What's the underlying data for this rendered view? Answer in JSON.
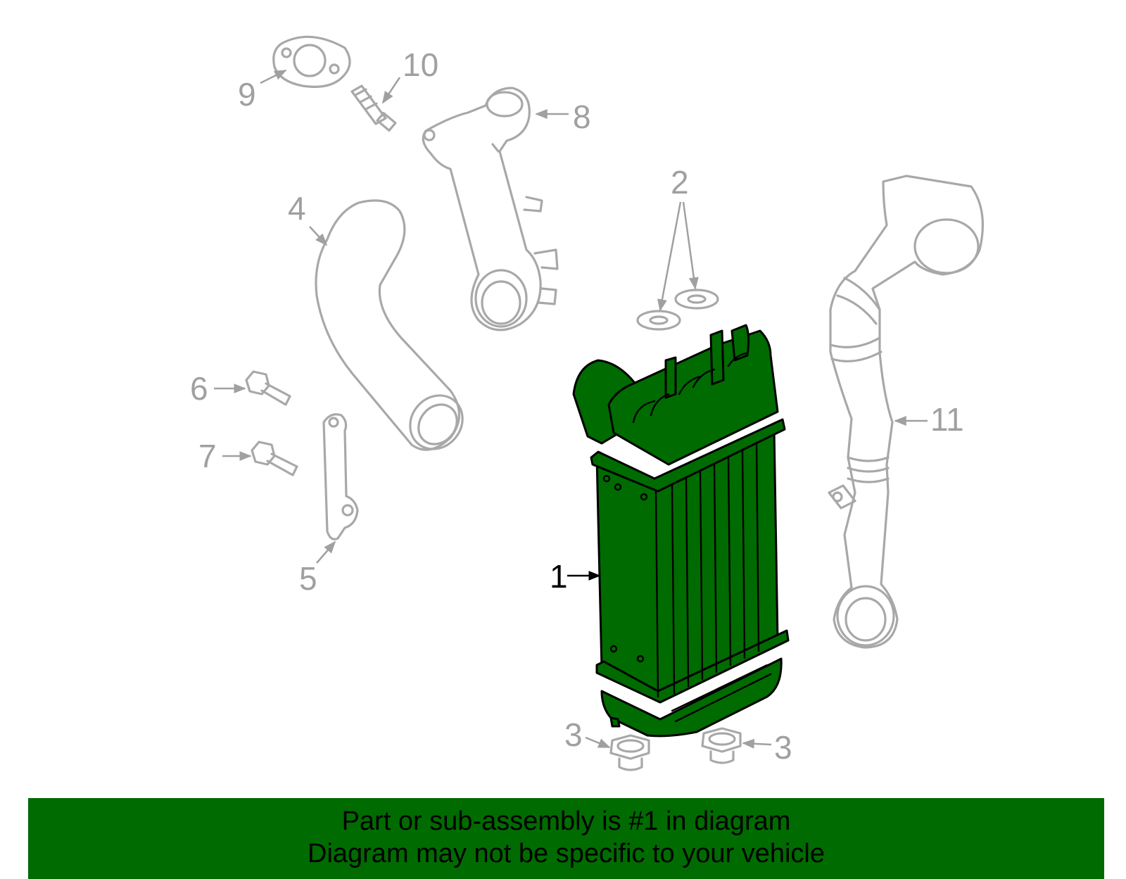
{
  "colors": {
    "highlight": "#006b00",
    "outline_gray": "#a8a8a8",
    "banner_text": "#000000"
  },
  "callouts": {
    "c1": "1",
    "c2": "2",
    "c3a": "3",
    "c3b": "3",
    "c4": "4",
    "c5": "5",
    "c6": "6",
    "c7": "7",
    "c8": "8",
    "c9": "9",
    "c10": "10",
    "c11": "11"
  },
  "highlighted_part": "1",
  "banner": {
    "line1": "Part or sub-assembly is #1 in diagram",
    "line2": "Diagram may not be specific to your vehicle"
  }
}
